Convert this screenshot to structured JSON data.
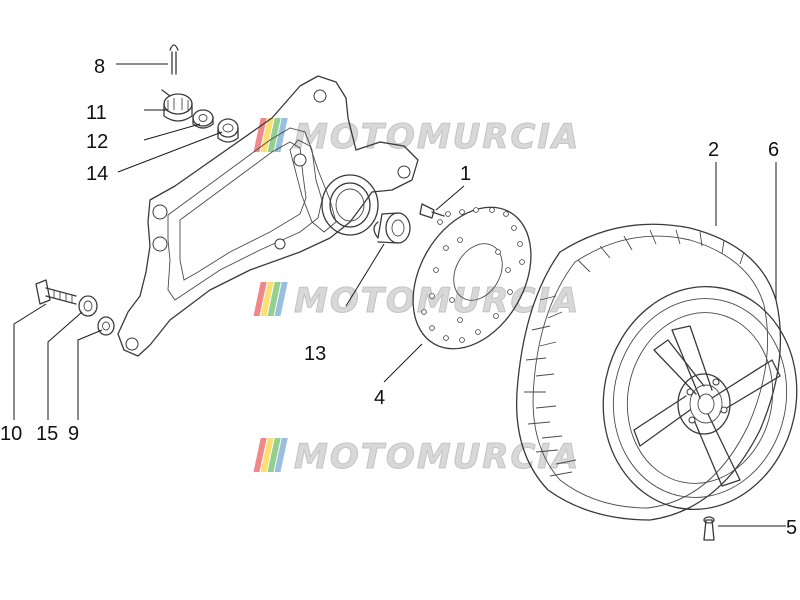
{
  "watermark": {
    "text": "MOTOMURCIA",
    "stripe_colors": [
      "#e2262b",
      "#f5c400",
      "#3aa935",
      "#1c71b8"
    ],
    "text_color": "#d8d8d8"
  },
  "callouts": [
    {
      "id": "c8",
      "label": "8"
    },
    {
      "id": "c11",
      "label": "11"
    },
    {
      "id": "c12",
      "label": "12"
    },
    {
      "id": "c14",
      "label": "14"
    },
    {
      "id": "c1",
      "label": "1"
    },
    {
      "id": "c2",
      "label": "2"
    },
    {
      "id": "c6",
      "label": "6"
    },
    {
      "id": "c13",
      "label": "13"
    },
    {
      "id": "c4",
      "label": "4"
    },
    {
      "id": "c10",
      "label": "10"
    },
    {
      "id": "c15",
      "label": "15"
    },
    {
      "id": "c9",
      "label": "9"
    },
    {
      "id": "c5",
      "label": "5"
    }
  ]
}
